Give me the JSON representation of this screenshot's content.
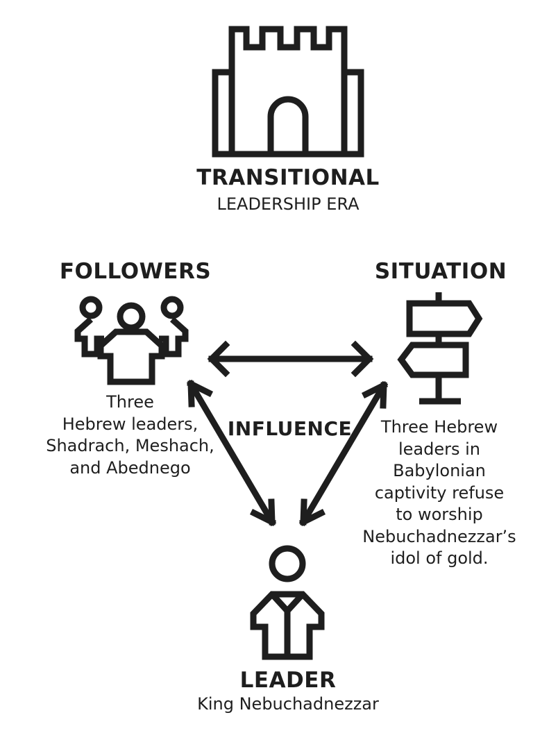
{
  "era": {
    "title": "TRANSITIONAL",
    "subtitle": "LEADERSHIP ERA",
    "icon": "castle-icon"
  },
  "followers": {
    "title": "FOLLOWERS",
    "icon": "group-of-people-icon",
    "description_lines": [
      "Three",
      "Hebrew leaders,",
      "Shadrach, Meshach,",
      "and Abednego"
    ]
  },
  "situation": {
    "title": "SITUATION",
    "icon": "signpost-icon",
    "description_lines": [
      "Three Hebrew",
      "leaders in",
      "Babylonian",
      "captivity refuse",
      "to worship",
      "Nebuchadnezzar’s",
      "idol of gold."
    ]
  },
  "influence": {
    "label": "INFLUENCE"
  },
  "leader": {
    "title": "LEADER",
    "subtitle": "King Nebuchadnezzar",
    "icon": "person-with-robe-icon"
  },
  "colors": {
    "ink": "#1e1e1e",
    "background": "#ffffff"
  }
}
